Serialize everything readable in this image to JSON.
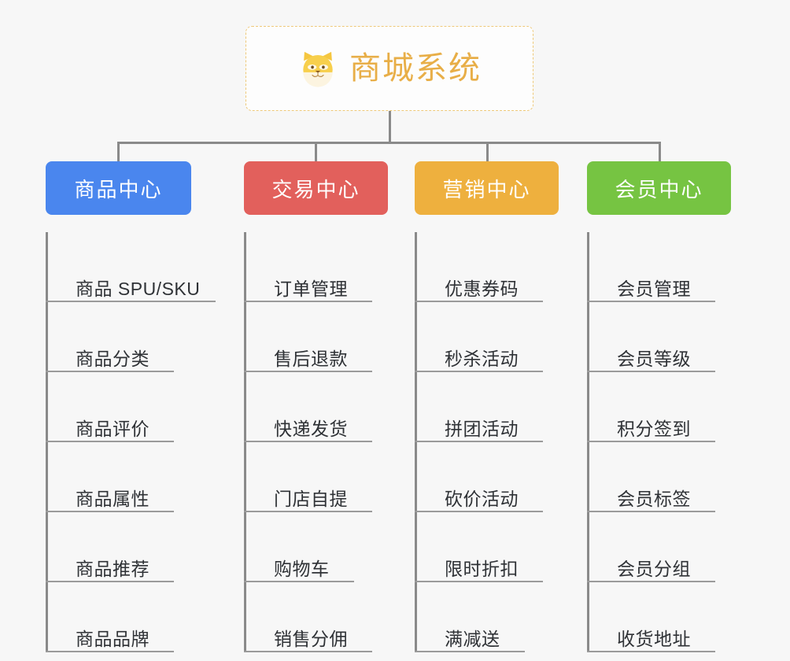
{
  "diagram": {
    "title": "商城系统",
    "root_icon": "shiba-dog-icon",
    "root_border_color": "#eec97a",
    "root_text_color": "#e8ae47",
    "connector_color": "#8a8a8a",
    "background_color": "#f7f7f7",
    "leaf_text_color": "#2f3236",
    "leaf_rule_color": "#9b9b9b"
  },
  "columns": [
    {
      "label": "商品中心",
      "color": "#4a86ee",
      "items": [
        "商品 SPU/SKU",
        "商品分类",
        "商品评价",
        "商品属性",
        "商品推荐",
        "商品品牌"
      ]
    },
    {
      "label": "交易中心",
      "color": "#e2605c",
      "items": [
        "订单管理",
        "售后退款",
        "快递发货",
        "门店自提",
        "购物车",
        "销售分佣"
      ]
    },
    {
      "label": "营销中心",
      "color": "#eeb03e",
      "items": [
        "优惠券码",
        "秒杀活动",
        "拼团活动",
        "砍价活动",
        "限时折扣",
        "满减送"
      ]
    },
    {
      "label": "会员中心",
      "color": "#76c442",
      "items": [
        "会员管理",
        "会员等级",
        "积分签到",
        "会员标签",
        "会员分组",
        "收货地址"
      ]
    }
  ]
}
